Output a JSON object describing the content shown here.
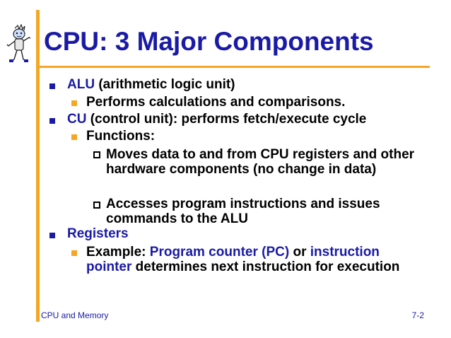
{
  "title": "CPU:  3 Major Components",
  "bullets": {
    "alu": {
      "term": "ALU",
      "desc": " (arithmetic logic unit)"
    },
    "alu_sub": "Performs calculations and comparisons.",
    "cu": {
      "term": "CU",
      "desc": " (control unit): performs fetch/execute cycle"
    },
    "cu_sub": "Functions:",
    "cu_func1": "Moves data to and from CPU registers and other hardware components (no change in data)",
    "cu_func2": "Accesses program instructions and issues commands to the ALU",
    "registers": {
      "term": "Registers"
    },
    "reg_sub": {
      "prefix": "Example:  ",
      "pc": "Program counter (PC)",
      "or": " or ",
      "ip": "instruction pointer",
      "suffix": " determines next instruction for execution"
    }
  },
  "footer": {
    "left": "CPU and Memory",
    "right": "7-2"
  },
  "colors": {
    "accent": "#f5a623",
    "text_blue": "#1a1aa6"
  },
  "icons": [
    "cartoon-mascot-icon"
  ]
}
